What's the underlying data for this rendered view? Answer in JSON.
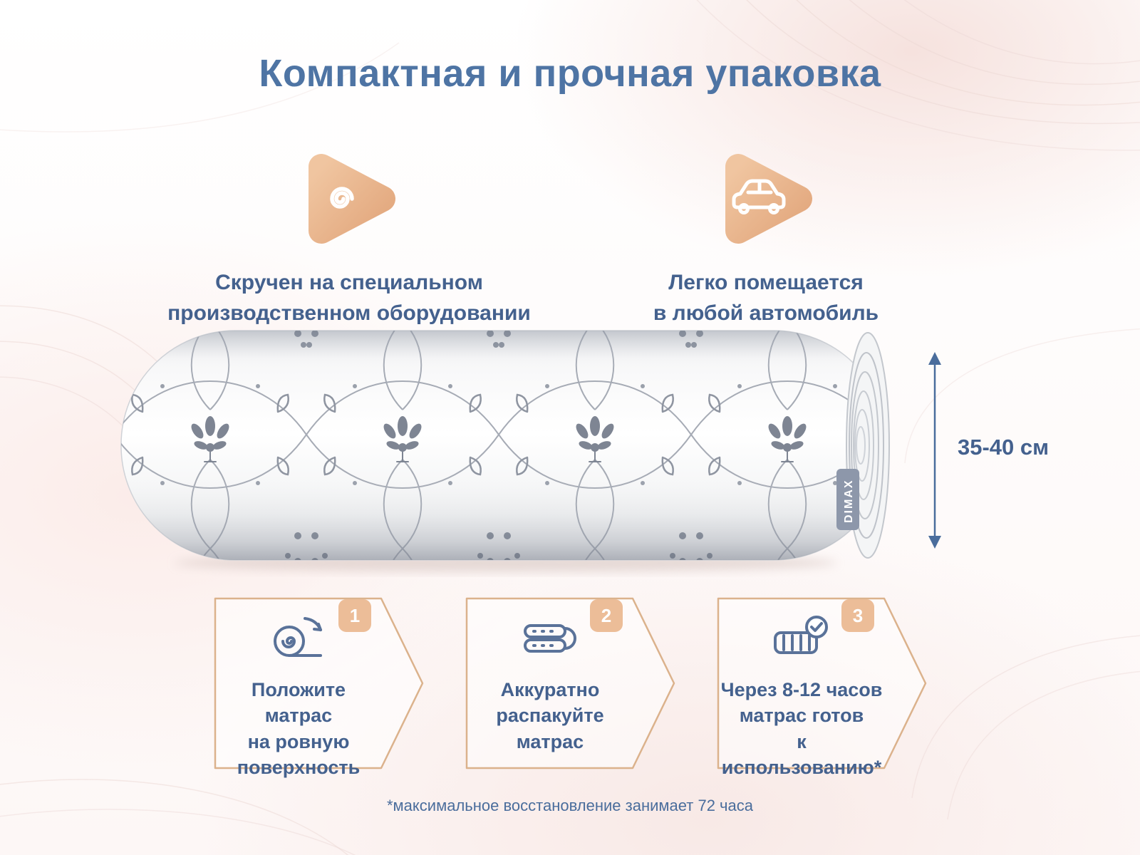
{
  "page": {
    "title": "Компактная и прочная упаковка",
    "footnote": "*максимальное восстановление занимает 72 часа"
  },
  "features": [
    {
      "icon": "rolled-mattress-spiral-icon",
      "caption": "Скручен на специальном\nпроизводственном оборудовании"
    },
    {
      "icon": "car-icon",
      "caption": "Легко помещается\nв любой автомобиль"
    }
  ],
  "mattress": {
    "brand_label": "DIMAX",
    "height_label": "35-40 см"
  },
  "steps": [
    {
      "number": "1",
      "icon": "unroll-mattress-icon",
      "text": "Положите матрас\nна ровную\nповерхность"
    },
    {
      "number": "2",
      "icon": "unpack-mattress-icon",
      "text": "Аккуратно\nраспакуйте\nматрас"
    },
    {
      "number": "3",
      "icon": "mattress-ready-icon",
      "text": "Через 8-12 часов\nматрас готов\nк использованию*"
    }
  ],
  "colors": {
    "accent_peach": "#e7b08a",
    "heading_blue": "#4e74a4",
    "text_blue": "#44618e",
    "tag_blue": "#8d97aa"
  }
}
